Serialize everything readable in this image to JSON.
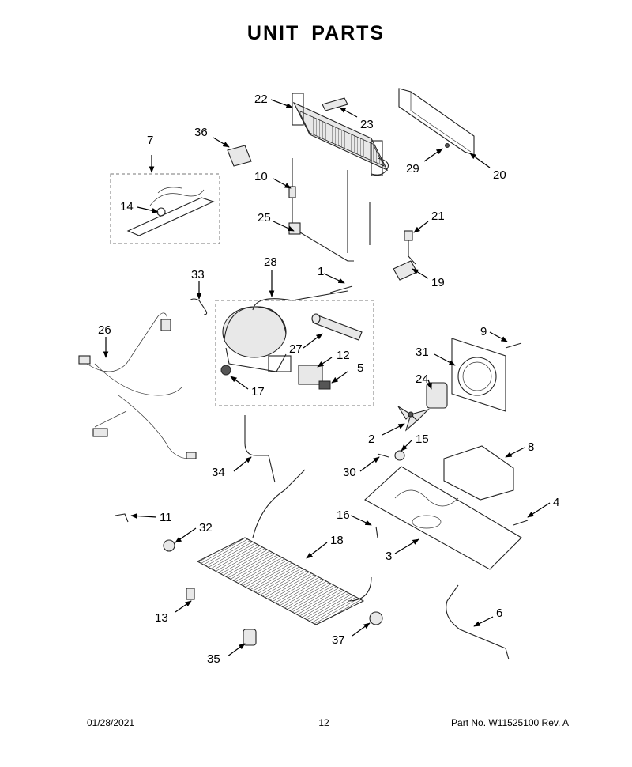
{
  "title": "UNIT PARTS",
  "footer": {
    "date": "01/28/2021",
    "page": "12",
    "part_no": "Part No.  W11525100  Rev.  A"
  },
  "callouts": [
    "1",
    "2",
    "3",
    "4",
    "5",
    "6",
    "7",
    "8",
    "9",
    "10",
    "11",
    "12",
    "13",
    "14",
    "15",
    "16",
    "17",
    "18",
    "19",
    "20",
    "21",
    "22",
    "23",
    "24",
    "25",
    "26",
    "27",
    "28",
    "29",
    "30",
    "31",
    "32",
    "33",
    "34",
    "35",
    "36",
    "37"
  ]
}
